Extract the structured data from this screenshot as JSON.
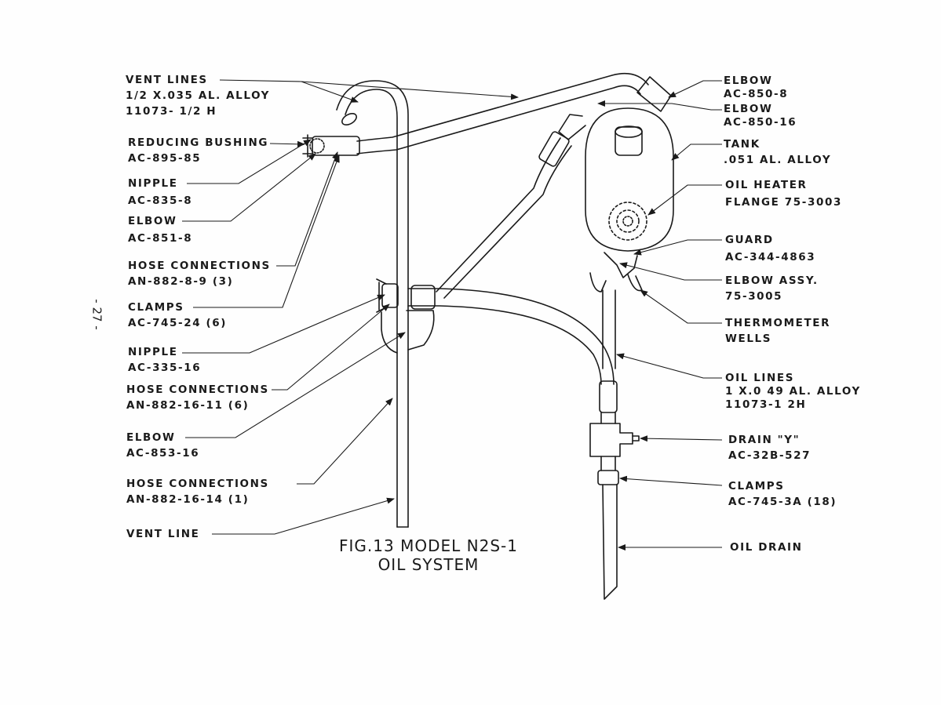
{
  "page": {
    "page_number": "- 27 -"
  },
  "figure": {
    "caption_line1": "FIG.13 MODEL N2S-1",
    "caption_line2": "OIL SYSTEM"
  },
  "left_labels": [
    {
      "id": "vent-lines",
      "title": "VENT LINES",
      "lines": [
        "1/2 X.035 AL. ALLOY",
        "11073- 1/2 H"
      ]
    },
    {
      "id": "reducing-bushing",
      "title": "REDUCING BUSHING",
      "lines": [
        "AC-895-85"
      ]
    },
    {
      "id": "nipple-8",
      "title": "NIPPLE",
      "lines": [
        "AC-835-8"
      ]
    },
    {
      "id": "elbow-851",
      "title": "ELBOW",
      "lines": [
        "AC-851-8"
      ]
    },
    {
      "id": "hose-connections-882-8",
      "title": "HOSE CONNECTIONS",
      "lines": [
        "AN-882-8-9 (3)"
      ]
    },
    {
      "id": "clamps-745-24",
      "title": "CLAMPS",
      "lines": [
        "AC-745-24 (6)"
      ]
    },
    {
      "id": "nipple-16",
      "title": "NIPPLE",
      "lines": [
        "AC-335-16"
      ]
    },
    {
      "id": "hose-connections-882-16-11",
      "title": "HOSE CONNECTIONS",
      "lines": [
        "AN-882-16-11 (6)"
      ]
    },
    {
      "id": "elbow-853",
      "title": "ELBOW",
      "lines": [
        "AC-853-16"
      ]
    },
    {
      "id": "hose-connections-882-16-14",
      "title": "HOSE CONNECTIONS",
      "lines": [
        "AN-882-16-14 (1)"
      ]
    },
    {
      "id": "vent-line",
      "title": "VENT LINE",
      "lines": []
    }
  ],
  "right_labels": [
    {
      "id": "elbow-850-8",
      "title": "ELBOW",
      "lines": [
        "AC-850-8"
      ]
    },
    {
      "id": "elbow-850-16",
      "title": "ELBOW",
      "lines": [
        "AC-850-16"
      ]
    },
    {
      "id": "tank",
      "title": "TANK",
      "lines": [
        ".051 AL. ALLOY"
      ]
    },
    {
      "id": "oil-heater",
      "title": "OIL HEATER",
      "lines": [
        "FLANGE 75-3003"
      ]
    },
    {
      "id": "guard",
      "title": "GUARD",
      "lines": [
        "AC-344-4863"
      ]
    },
    {
      "id": "elbow-assy",
      "title": "ELBOW ASSY.",
      "lines": [
        "75-3005"
      ]
    },
    {
      "id": "thermometer-wells",
      "title": "THERMOMETER",
      "lines": [
        "WELLS"
      ]
    },
    {
      "id": "oil-lines",
      "title": "OIL LINES",
      "lines": [
        "1 X.0 49 AL. ALLOY",
        "11073-1 2H"
      ]
    },
    {
      "id": "drain-y",
      "title": "DRAIN \"Y\"",
      "lines": [
        "AC-32B-527"
      ]
    },
    {
      "id": "clamps-745-3a",
      "title": "CLAMPS",
      "lines": [
        "AC-745-3A (18)"
      ]
    },
    {
      "id": "oil-drain",
      "title": "OIL DRAIN",
      "lines": []
    }
  ]
}
